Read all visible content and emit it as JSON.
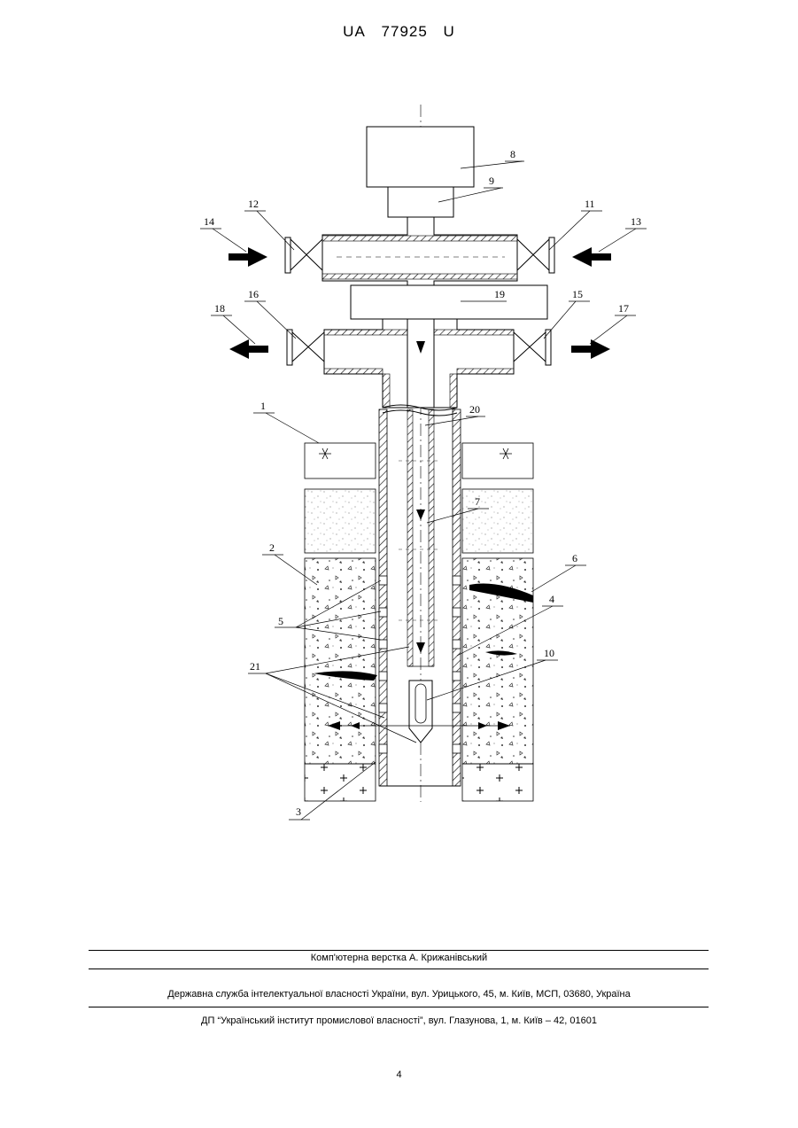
{
  "header": {
    "office": "UA",
    "number": "77925",
    "kind": "U"
  },
  "labels": [
    "1",
    "2",
    "3",
    "4",
    "5",
    "6",
    "7",
    "8",
    "9",
    "10",
    "11",
    "12",
    "13",
    "14",
    "15",
    "16",
    "17",
    "18",
    "19",
    "20",
    "21"
  ],
  "footer": {
    "layout": "Комп'ютерна верстка А. Крижанівський",
    "agency": "Державна служба інтелектуальної власності України, вул. Урицького, 45, м. Київ, МСП, 03680, Україна",
    "institute": "ДП “Український інститут промислової власності”, вул. Глазунова, 1, м. Київ – 42, 01601"
  },
  "page_number": "4"
}
